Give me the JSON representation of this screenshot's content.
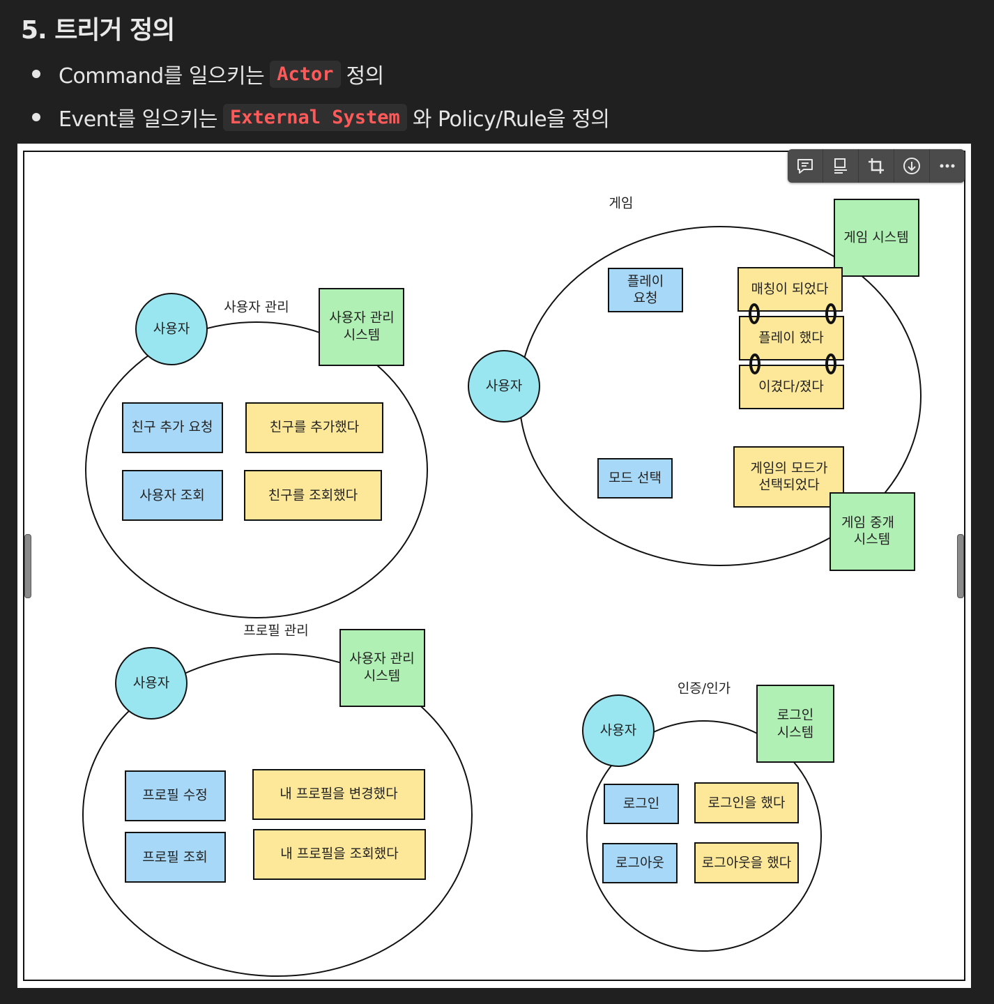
{
  "heading": "5. 트리거 정의",
  "bullets": [
    {
      "before": "Command를 일으키는",
      "code": "Actor",
      "after": "정의"
    },
    {
      "before": "Event를 일으키는",
      "code": "External System",
      "after": "와 Policy/Rule을 정의"
    }
  ],
  "toolbar": {
    "icons": [
      "comment-icon",
      "caption-icon",
      "crop-icon",
      "download-icon",
      "more-icon"
    ]
  },
  "colors": {
    "command": "#a8d8f8",
    "event": "#fde89a",
    "system": "#b0f0b4",
    "actor": "#9ae6f0",
    "inline_code": "#ff5a5a"
  },
  "diagram": {
    "user_mgmt": {
      "title": "사용자 관리",
      "actor": "사용자",
      "system": [
        "사용자 관리",
        "시스템"
      ],
      "commands": [
        "친구 추가 요청",
        "사용자 조회"
      ],
      "events": [
        "친구를 추가했다",
        "친구를 조회했다"
      ]
    },
    "game": {
      "title": "게임",
      "actor": "사용자",
      "system": [
        "게임 시스템"
      ],
      "relay_system": [
        "게임 중개",
        "시스템"
      ],
      "commands": [
        [
          "플레이",
          "요청"
        ],
        "모드 선택"
      ],
      "events": [
        "매칭이 되었다",
        "플레이 했다",
        "이겼다/졌다",
        [
          "게임의 모드가",
          "선택되었다"
        ]
      ]
    },
    "profile_mgmt": {
      "title": "프로필 관리",
      "actor": "사용자",
      "system": [
        "사용자 관리",
        "시스템"
      ],
      "commands": [
        "프로필 수정",
        "프로필 조회"
      ],
      "events": [
        "내 프로필을 변경했다",
        "내 프로필을 조회했다"
      ]
    },
    "auth": {
      "title": "인증/인가",
      "actor": "사용자",
      "system": [
        "로그인",
        "시스템"
      ],
      "commands": [
        "로그인",
        "로그아웃"
      ],
      "events": [
        "로그인을 했다",
        "로그아웃을 했다"
      ]
    }
  }
}
